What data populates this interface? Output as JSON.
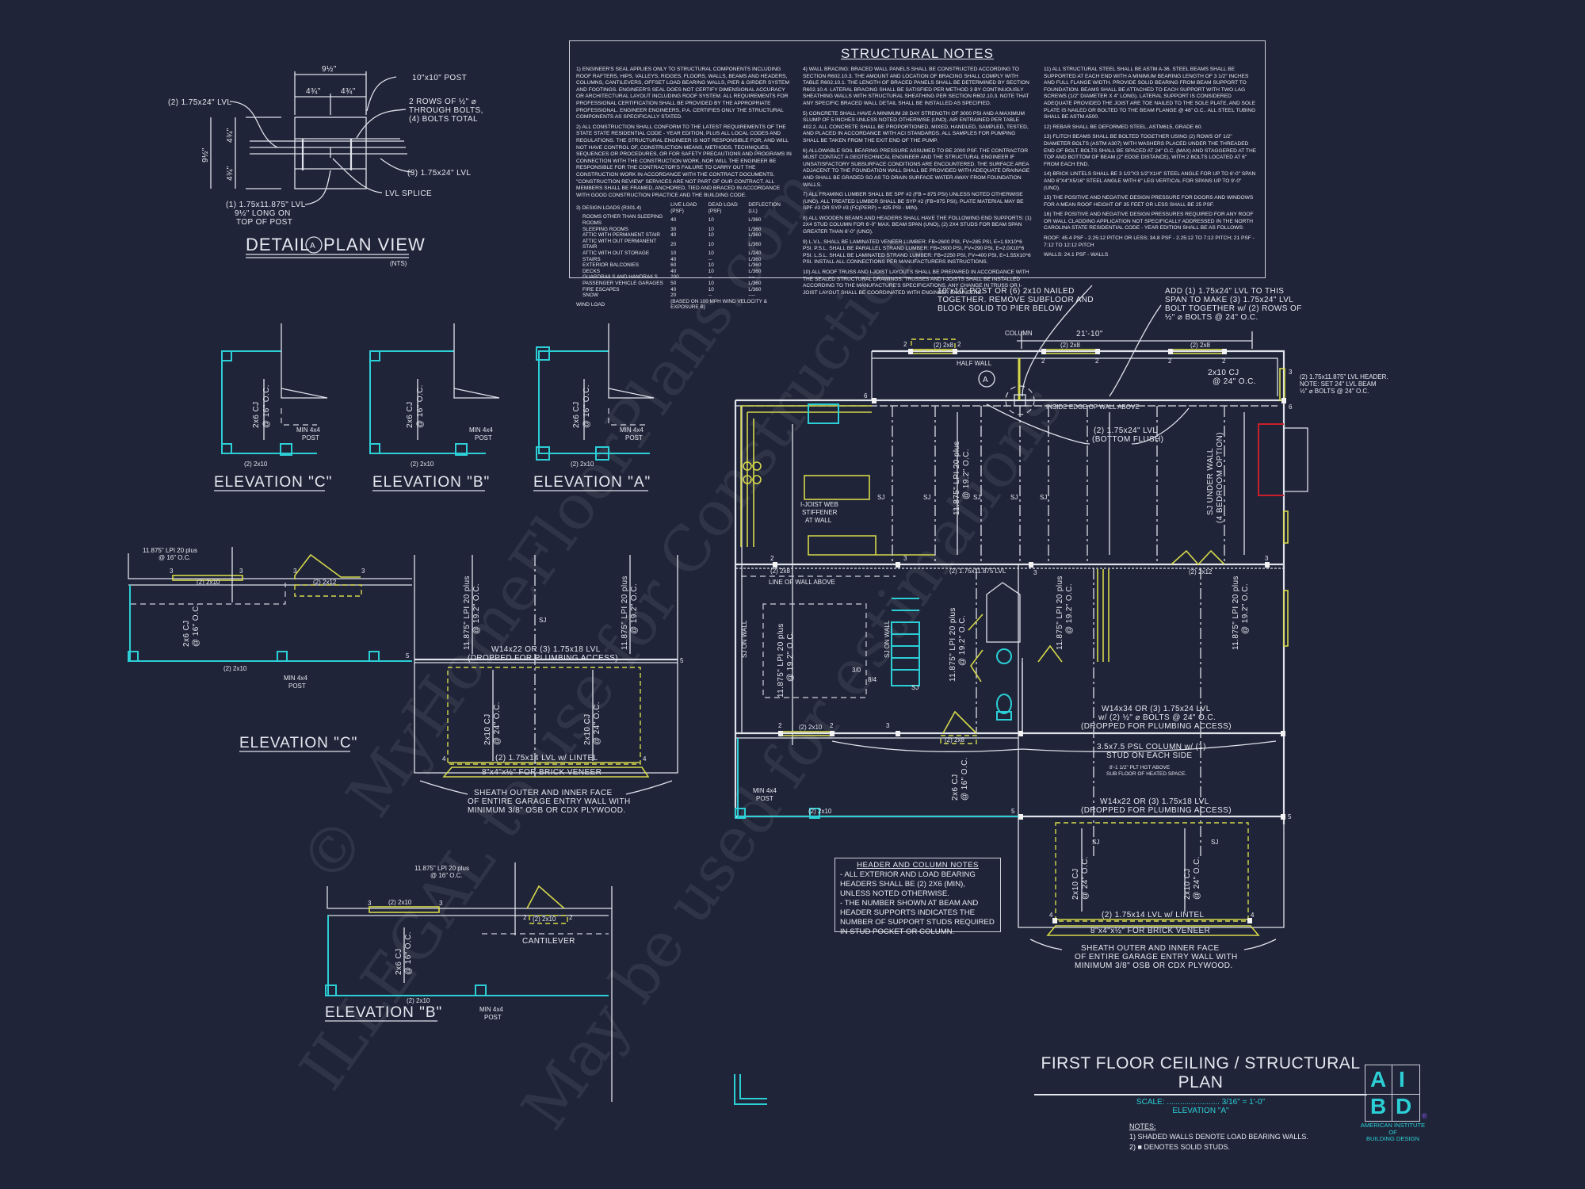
{
  "colors": {
    "background": "#1f2438",
    "lines": "#dfe2ea",
    "load_bearing": "#d6d84a",
    "porch": "#2ccfd6",
    "fireplace": "#c8202c"
  },
  "watermark": [
    "© MyHomeFloorPlans.com",
    "ILLEGAL to use for Construction",
    "May be used for estimations"
  ],
  "structural_notes": {
    "title": "STRUCTURAL NOTES",
    "col1": [
      "1) Engineer's seal applies only to structural components including roof rafters, hips, valleys, ridges, floors, walls, beams and headers, columns, cantilevers, offset load bearing walls, pier & girder system and footings. Engineer's seal does not certify dimensional accuracy or architectural layout including roof system. All requirements for professional certification shall be provided by the appropriate professional. Engineer Engineers, P.A. certifies only the structural components as specifically stated.",
      "2) All construction shall conform to the latest requirements of the State State Residential Code - Year Edition, plus all local codes and regulations. The structural engineer is not responsible for, and will not have control of, construction means, methods, techniques, sequences or procedures, or for safety precautions and programs in connection with the construction work, nor will the engineer be responsible for the contractor's failure to carry out the construction work in accordance with the contract documents. \"Construction review\" services are not part of our contract. All members shall be framed, anchored, tied and braced in accordance with good construction practice and the building code."
    ],
    "loads": {
      "heading": "3) Design loads (R301.4)",
      "columns": [
        "Live load (PSF)",
        "Dead load (PSF)",
        "Deflection (LL)"
      ],
      "rows": [
        [
          "Rooms other than sleeping rooms",
          "40",
          "10",
          "L/360"
        ],
        [
          "Sleeping rooms",
          "30",
          "10",
          "L/360"
        ],
        [
          "Attic with permanent stair",
          "40",
          "10",
          "L/360"
        ],
        [
          "Attic with out permanent stair",
          "20",
          "10",
          "L/360"
        ],
        [
          "Attic with out storage",
          "10",
          "10",
          "L/240"
        ],
        [
          "Stairs",
          "40",
          "--",
          "L/360"
        ],
        [
          "Exterior balconies",
          "60",
          "10",
          "L/360"
        ],
        [
          "Decks",
          "40",
          "10",
          "L/360"
        ],
        [
          "Guardrails and handrails",
          "200",
          "--",
          "----"
        ],
        [
          "Passenger vehicle garages",
          "50",
          "10",
          "L/360"
        ],
        [
          "Fire escapes",
          "40",
          "10",
          "L/360"
        ],
        [
          "Snow",
          "20",
          "--",
          "----"
        ]
      ],
      "wind": [
        "Wind load",
        "(Based on 100 MPH wind velocity & exposure B)"
      ]
    },
    "col2": [
      "4) Wall bracing: braced wall panels shall be constructed according to section R602.10.3. The amount and location of bracing shall comply with table R602.10.1. The length of braced panels shall be determined by section R602.10.4. Lateral bracing shall be satisfied per method 3 by continuously sheathing walls with structural sheathing per section R602.10.3. Note that any specific braced wall detail shall be installed as specified.",
      "5) Concrete shall have a minimum 28 day strength of 3000 PSI and a maximum slump of 5 inches unless noted otherwise (UNO). Air entrained per table 402.2. All concrete shall be proportioned, mixed, handled, sampled, tested, and placed in accordance with ACI standards. All samples for pumping shall be taken from the exit end of the pump.",
      "6) Allowable soil bearing pressure assumed to be 2000 PSF. The contractor must contact a geotechnical engineer and the structural engineer if unsatisfactory subsurface conditions are encountered. The surface area adjacent to the foundation wall shall be provided with adequate drainage and shall be graded so as to drain surface water away from foundation walls.",
      "7) All framing lumber shall be SPF #2 (Fb = 875 PSI) unless noted otherwise (UNO). All treated lumber shall be SYP #2 (Fb=975 PSI). Plate material may be SPF #3 or SYP #3 (Fc(perp) = 425 PSI - MIN).",
      "8) All wooden beams and headers shall have the following end supports: (1) 2x4 stud column for 6'-0\" max. beam span (UNO), (2) 2x4 studs for beam span greater than 6'-0\" (UNO).",
      "9) L.V.L. shall be laminated veneer lumber: Fb=2600 PSI, Fv=285 PSI, E=1.9x10^6 PSI. P.S.L. shall be parallel strand lumber: Fb=2900 PSI, Fv=290 PSI, E=2.0x10^6 PSI. L.S.L. shall be laminated strand lumber: Fb=2250 PSI, Fv=400 PSI, E=1.55x10^6 PSI. Install all connections per manufacturers instructions.",
      "10) All roof truss and I-joist layouts shall be prepared in accordance with the sealed structural drawings. Trusses and I-joists shall be installed according to the manufacture's specifications. Any change in truss or I-joist layout shall be coordinated with engineer engineers."
    ],
    "col3": [
      "11) All structural steel shall be ASTM A-36. Steel beams shall be supported at each end with a minimum bearing length of 3 1/2\" inches and full flange width. Provide solid bearing from beam support to foundation. Beams shall be attached to each support with two lag screws (1/2\" diameter x 4\" long). Lateral support is considered adequate provided the joist are toe nailed to the sole plate, and sole plate is nailed or bolted to the beam flange @ 48\" O.C.. All steel tubing shall be ASTM A500.",
      "12) Rebar shall be deformed steel, ASTM615, grade 60.",
      "13) Flitch beams shall be bolted together using (2) rows of 1/2\" diameter bolts (ASTM A307) with washers placed under the threaded end of bolt. Bolts shall be spaced at 24\" O.C. (max) and staggered at the top and bottom of beam (2\" edge distance), with 2 bolts located at 6\" from each end.",
      "14) Brick lintels shall be 3 1/2\"x3 1/2\"x1/4\" steel angle for up to 6'-0\" span and 6\"x4\"x5/16\" steel angle with 6\" leg vertical for spans up to 9'-0\" (UNO).",
      "15) The positive and negative design pressure for doors and windows for a mean roof height of 35 feet or less shall be 25 PSF.",
      "16) The positive and negative design pressures required for any roof or wall cladding application not specifically addressed in the North Carolina State Residential Code - Year Edition shall be as follows:",
      "Roof: 45.4 PSF - 2.25:12 pitch or less; 34.8 PSF - 2.25:12 to 7:12 pitch; 21 PSF - 7:12 to 12:12 pitch",
      "Walls: 24.1 PSF - walls"
    ]
  },
  "detail_a": {
    "title_left": "DETAIL",
    "title_marker": "A",
    "title_right": "PLAN VIEW",
    "nts": "(NTS)",
    "dims": {
      "overall": "9½\"",
      "half_left": "4¾\"",
      "half_right": "4¾\"",
      "vert_overall": "9½\"",
      "vert_top": "4¾\"",
      "vert_bottom": "4¾\""
    },
    "callouts": [
      "(2) 1.75x24\" LVL",
      "10\"x10\" POST",
      "2 ROWS OF ½\" ⌀",
      "THROUGH BOLTS,",
      "(4) BOLTS TOTAL",
      "(3) 1.75x24\" LVL",
      "LVL SPLICE",
      "(1) 1.75x11.875\" LVL",
      "9½\" LONG ON",
      "TOP OF POST"
    ]
  },
  "small_elevations": [
    {
      "title": "ELEVATION \"C\"",
      "joist": "2x6 CJ",
      "spacing": "@ 16\" O.C.",
      "post": [
        "MIN 4x4",
        "POST"
      ],
      "beam": "(2) 2x10"
    },
    {
      "title": "ELEVATION \"B\"",
      "joist": "2x6 CJ",
      "spacing": "@ 16\" O.C.",
      "post": [
        "MIN 4x4",
        "POST"
      ],
      "beam": "(2) 2x10"
    },
    {
      "title": "ELEVATION \"A\"",
      "joist": "2x6 CJ",
      "spacing": "@ 16\" O.C.",
      "post": [
        "MIN 4x4",
        "POST"
      ],
      "beam": "(2) 2x10"
    }
  ],
  "elevation_c": {
    "title": "ELEVATION \"C\"",
    "ijoist": [
      "11.875\" LPI 20 plus",
      "@ 16\" O.C."
    ],
    "headers": [
      "(2) 2x10",
      "(2) 2x12"
    ],
    "cj": [
      "2x6 CJ",
      "@ 16\" O.C."
    ],
    "porch_beam": "(2) 2x10",
    "post": [
      "MIN 4x4",
      "POST"
    ],
    "lpi": [
      "11.875\" LPI 20 plus",
      "@ 19.2\" O.C."
    ],
    "sj": "SJ",
    "beam": [
      "W14x22 OR (3) 1.75x18 LVL",
      "(DROPPED FOR PLUMBING ACCESS)"
    ],
    "garage_cj": [
      "2x10 CJ",
      "@ 24\" O.C."
    ],
    "lintel": "(2) 1.75x14 LVL w/ LINTEL",
    "veneer": "8\"x4\"x½\" FOR BRICK VENEER",
    "sheath": [
      "SHEATH OUTER AND INNER FACE",
      "OF ENTIRE GARAGE ENTRY WALL WITH",
      "MINIMUM 3/8\" OSB OR CDX PLYWOOD."
    ],
    "studs": [
      "3",
      "3",
      "3",
      "3",
      "5",
      "5",
      "4",
      "4"
    ]
  },
  "elevation_b": {
    "title": "ELEVATION \"B\"",
    "ijoist": [
      "11.875\" LPI 20 plus",
      "@ 16\" O.C."
    ],
    "headers": [
      "(2) 2x10",
      "(2) 2x10"
    ],
    "cj": [
      "2x6 CJ",
      "@ 16\" O.C."
    ],
    "cantilever": "CANTILEVER",
    "porch_beam": "(2) 2x10",
    "post": [
      "MIN 4x4",
      "POST"
    ],
    "studs": [
      "3",
      "3",
      "2",
      "2"
    ]
  },
  "plan": {
    "callout_post": [
      "10\"x10\" POST OR (6) 2x10 NAILED",
      "TOGETHER. REMOVE SUBFLOOR AND",
      "BLOCK SOLID TO PIER BELOW"
    ],
    "callout_add": [
      "ADD (1) 1.75x24\" LVL TO THIS",
      "SPAN TO MAKE (3) 1.75x24\" LVL",
      "BOLT TOGETHER w/ (2) ROWS OF",
      "½\" ⌀ BOLTS @ 24\" O.C."
    ],
    "column": "COLUMN",
    "dim": "21'-10\"",
    "half_wall": "HALF WALL",
    "detail_marker": "A",
    "headers_top": [
      "(2) 2x8",
      "(2) 2x8",
      "(2) 2x8"
    ],
    "cj_top": [
      "2x10 CJ",
      "@ 24\" O.C."
    ],
    "lvl_header": [
      "(2) 1.75x11.875\" LVL HEADER.",
      "NOTE: SET 24\" LVL BEAM",
      "½\" ⌀ BOLTS @ 24\" O.C."
    ],
    "inside_edge": "INSIDE EDGE OF WALL ABOVE",
    "main_beam": [
      "(2) 1.75x24\" LVL",
      "(BOTTOM FLUSH)"
    ],
    "lpi": [
      "11.875\" LPI 20 plus",
      "@ 19.2\" O.C."
    ],
    "sj": "SJ",
    "web_stiffener": [
      "I-JOIST WEB",
      "STIFFENER",
      "AT WALL"
    ],
    "sj_under_wall": [
      "SJ UNDER WALL",
      "(4 BEDROOM OPTION)"
    ],
    "header_2x8": "(2) 2x8",
    "line_wall_above": "LINE OF WALL ABOVE",
    "lvl_mid": "(2) 1.75x11.875 LVL",
    "header_2x12": "(2) 2x12",
    "sj_on_wall": "SJ ON WALL",
    "stair_marks": [
      "3/0",
      "8/4"
    ],
    "header_2x10": "(2) 2x10",
    "header_2x8b": "(2) 2x8",
    "beam_w14x34": [
      "W14x34 OR (3) 1.75x24 LVL",
      "w/ (2) ½\" ⌀ BOLTS @ 24\" O.C.",
      "(DROPPED FOR PLUMBING ACCESS)"
    ],
    "psl_column": [
      "3.5x7.5 PSL COLUMN w/ (1)",
      "STUD ON EACH SIDE"
    ],
    "plt_hgt": [
      "8'-1 1/2\" PLT HGT ABOVE",
      "SUB FLOOR OF HEATED SPACE."
    ],
    "cj_porch": [
      "2x6 CJ",
      "@ 16\" O.C."
    ],
    "post": [
      "MIN 4x4",
      "POST"
    ],
    "porch_beam": "(2) 2x10",
    "beam_w14x22": [
      "W14x22 OR (3) 1.75x18 LVL",
      "(DROPPED FOR PLUMBING ACCESS)"
    ],
    "garage_cj": [
      "2x10 CJ",
      "@ 24\" O.C."
    ],
    "lintel": "(2) 1.75x14 LVL w/ LINTEL",
    "veneer": "8\"x4\"x½\" FOR BRICK VENEER",
    "sheath": [
      "SHEATH OUTER AND INNER FACE",
      "OF ENTIRE GARAGE ENTRY WALL WITH",
      "MINIMUM 3/8\" OSB OR CDX PLYWOOD."
    ],
    "studs": {
      "two": "2",
      "three": "3",
      "four": "4",
      "five": "5",
      "six": "6"
    }
  },
  "header_notes": {
    "title": "HEADER AND COLUMN NOTES",
    "lines": [
      "- ALL EXTERIOR AND LOAD BEARING HEADERS SHALL BE (2) 2x6 (MIN), UNLESS NOTED OTHERWISE.",
      "- THE NUMBER SHOWN AT BEAM AND HEADER SUPPORTS INDICATES THE NUMBER OF SUPPORT STUDS REQUIRED IN STUD POCKET OR COLUMN."
    ]
  },
  "title_block": {
    "title": "FIRST FLOOR CEILING / STRUCTURAL PLAN",
    "scale": "SCALE: ........................ 3/16\" = 1'-0\"",
    "elevation": "ELEVATION \"A\"",
    "notes_heading": "NOTES:",
    "notes": [
      "1) SHADED WALLS DENOTE LOAD BEARING WALLS.",
      "2) ■ DENOTES SOLID STUDS."
    ]
  },
  "logo": {
    "letters": [
      "A",
      "I",
      "B",
      "D"
    ],
    "org": [
      "AMERICAN INSTITUTE",
      "OF",
      "BUILDING DESIGN"
    ],
    "registered": "®"
  }
}
